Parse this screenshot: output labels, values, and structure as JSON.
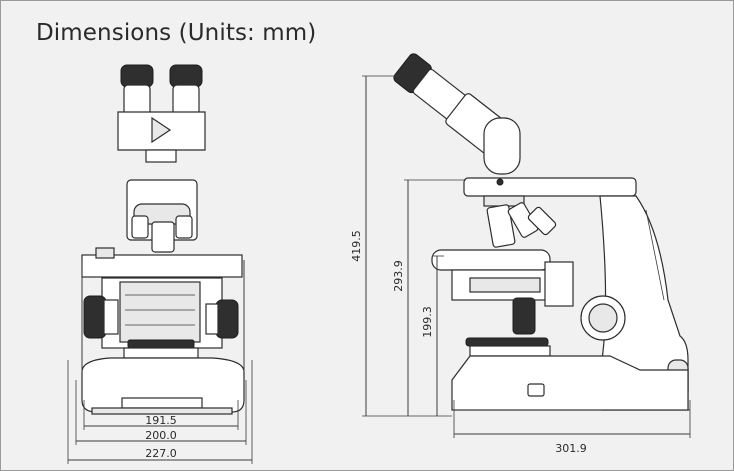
{
  "title": "Dimensions (Units: mm)",
  "front_view": {
    "width_labels": [
      "191.5",
      "200.0",
      "227.0"
    ]
  },
  "side_view": {
    "height_labels": [
      "419.5",
      "293.9",
      "199.3"
    ],
    "depth_label": "301.9"
  },
  "colors": {
    "background": "#f1f1f1",
    "border": "#9a9a9a",
    "line": "#3b3b3b"
  }
}
